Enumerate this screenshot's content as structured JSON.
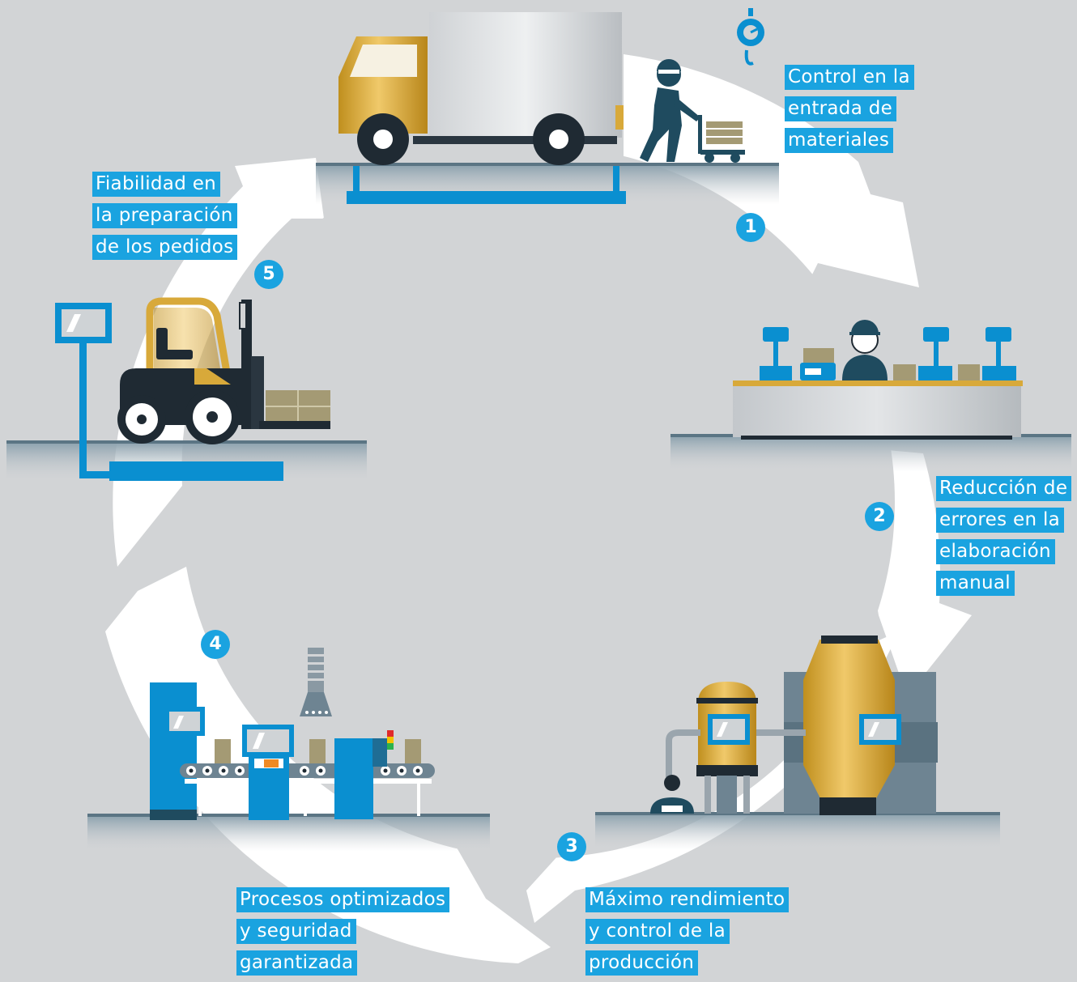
{
  "steps": [
    {
      "number": "1",
      "lines": [
        "Control en la",
        "entrada de",
        "materiales"
      ]
    },
    {
      "number": "2",
      "lines": [
        "Reducción de",
        "errores en la",
        "elaboración",
        "manual"
      ]
    },
    {
      "number": "3",
      "lines": [
        "Máximo rendimiento",
        "y control de la",
        "producción"
      ]
    },
    {
      "number": "4",
      "lines": [
        "Procesos optimizados",
        "y seguridad",
        "garantizada"
      ]
    },
    {
      "number": "5",
      "lines": [
        "Fiabilidad en",
        "la preparación",
        "de los pedidos"
      ]
    }
  ],
  "colors": {
    "background": "#d2d4d6",
    "accent": "#1aa3e0",
    "scale_blue": "#0a8fd0",
    "gold": "#d8a93a",
    "dark": "#1f2a33",
    "cycle_arrow": "#ffffff"
  },
  "icons": [
    "truck-icon",
    "crane-scale-icon",
    "worker-with-cart-icon",
    "bench-scales-icon",
    "worker-icon",
    "tank-icon",
    "mixer-icon",
    "conveyor-line-icon",
    "forklift-icon",
    "platform-scale-icon"
  ]
}
